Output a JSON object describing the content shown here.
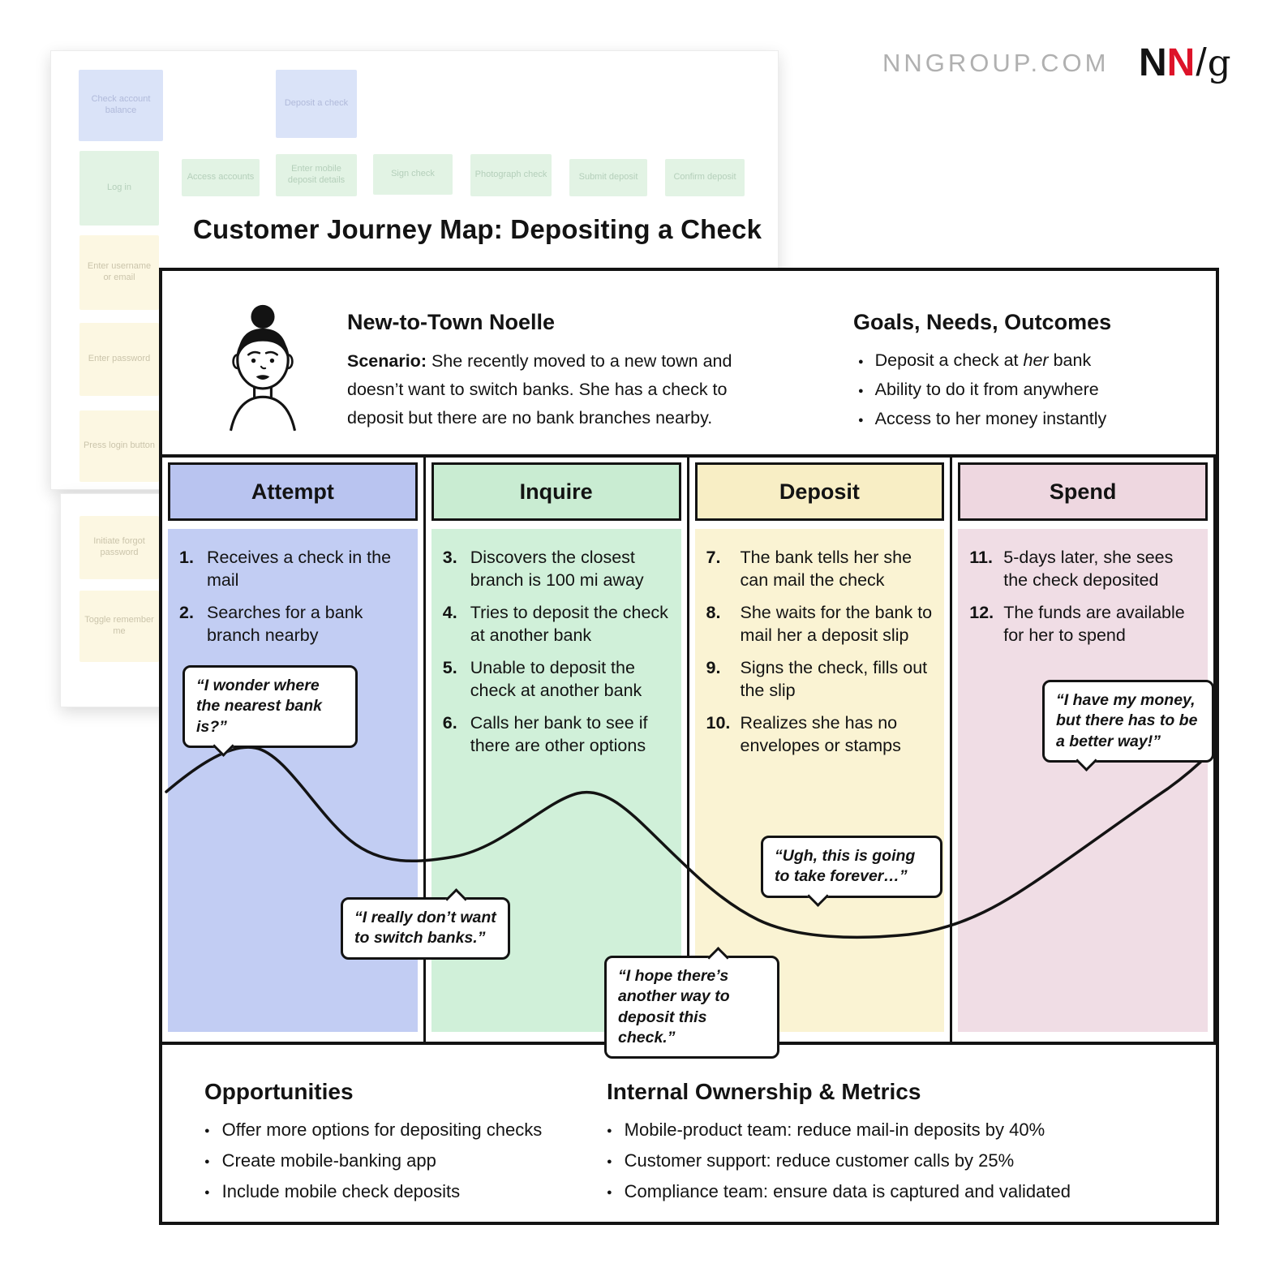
{
  "branding": {
    "site_text": "NNGROUP.COM",
    "logo": {
      "n1": "N",
      "n2": "N",
      "slash": "/",
      "g": "g",
      "red_hex": "#dd1329"
    }
  },
  "title": "Customer Journey Map: Depositing a Check",
  "wireframe": {
    "top_row": [
      "Check account balance",
      "Deposit a check"
    ],
    "green_row": [
      "Log in",
      "Access accounts",
      "Enter mobile deposit details",
      "Sign check",
      "Photograph check",
      "Submit deposit",
      "Confirm deposit"
    ],
    "left_column": [
      "Enter username or email",
      "Enter password",
      "Press login button"
    ],
    "lower_column": [
      "Initiate forgot password",
      "Toggle remember me"
    ]
  },
  "persona": {
    "name": "New-to-Town Noelle",
    "scenario_label": "Scenario:",
    "scenario_text": " She recently moved to a new town and doesn’t want to switch banks. She has a check to deposit but there are no bank branches nearby.",
    "goals_heading": "Goals, Needs, Outcomes",
    "goals": [
      {
        "prefix": "Deposit a check at ",
        "italic": "her",
        "suffix": " bank"
      },
      {
        "prefix": "Ability to do it from anywhere",
        "italic": "",
        "suffix": ""
      },
      {
        "prefix": "Access to her money instantly",
        "italic": "",
        "suffix": ""
      }
    ]
  },
  "stages": [
    {
      "name": "Attempt",
      "header_color": "#b9c4f0",
      "body_color": "#c2cdf3",
      "steps": [
        {
          "num": "1.",
          "text": "Receives a check in the mail"
        },
        {
          "num": "2.",
          "text": "Searches for a bank branch nearby"
        }
      ]
    },
    {
      "name": "Inquire",
      "header_color": "#c9ecd2",
      "body_color": "#d0f0d9",
      "steps": [
        {
          "num": "3.",
          "text": "Discovers the closest branch is 100 mi away"
        },
        {
          "num": "4.",
          "text": "Tries to deposit the check at another bank"
        },
        {
          "num": "5.",
          "text": "Unable to deposit the check at another bank"
        },
        {
          "num": "6.",
          "text": "Calls her bank to see if there are other options"
        }
      ]
    },
    {
      "name": "Deposit",
      "header_color": "#f8eec5",
      "body_color": "#faf3d3",
      "steps": [
        {
          "num": "7.",
          "text": "The bank tells her she can mail the check"
        },
        {
          "num": "8.",
          "text": "She waits for the bank to mail her a deposit slip"
        },
        {
          "num": "9.",
          "text": "Signs the check, fills out the slip"
        },
        {
          "num": "10.",
          "text": "Realizes she has no envelopes or stamps"
        }
      ]
    },
    {
      "name": "Spend",
      "header_color": "#eed7e0",
      "body_color": "#f0dde5",
      "steps": [
        {
          "num": "11.",
          "text": "5-days later, she sees the check deposited"
        },
        {
          "num": "12.",
          "text": "The funds are available for her to spend"
        }
      ]
    }
  ],
  "quotes": [
    "“I wonder where the nearest bank is?”",
    "“I really don’t want to switch banks.”",
    "“I hope there’s another way to deposit this check.”",
    "“Ugh, this is going to take forever…”",
    "“I have my money, but there has to be a better way!”"
  ],
  "footer": {
    "opportunities_heading": "Opportunities",
    "opportunities": [
      "Offer more options for depositing checks",
      "Create mobile-banking app",
      "Include mobile check deposits"
    ],
    "ownership_heading": "Internal Ownership & Metrics",
    "ownership": [
      "Mobile-product team: reduce mail-in deposits by 40%",
      "Customer support: reduce customer calls by 25%",
      "Compliance team: ensure data is captured and validated"
    ]
  }
}
